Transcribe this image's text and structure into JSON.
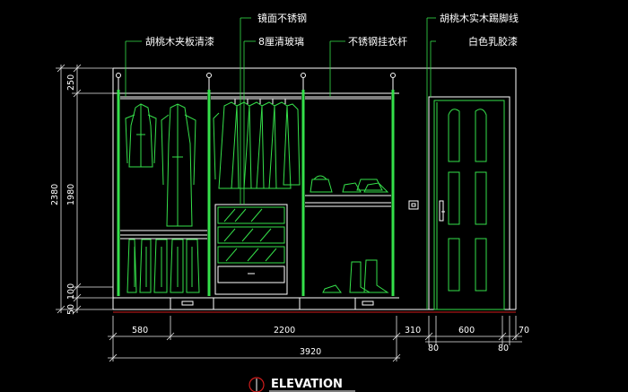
{
  "colors": {
    "background": "#000000",
    "line": "#ffffff",
    "accent": "#35e04a",
    "floor": "#d21c1c"
  },
  "annotations": {
    "mirror_steel": "镜面不锈钢",
    "walnut_veneer": "胡桃木夹板清漆",
    "clear_glass": "8厘清玻璃",
    "steel_rail": "不锈钢挂衣杆",
    "walnut_skirting": "胡桃木实木踢脚线",
    "white_latex": "白色乳胶漆"
  },
  "dimensions": {
    "vertical": {
      "total": "2380",
      "top": "250",
      "middle": "1980",
      "base_100": "100",
      "base_50": "50"
    },
    "horizontal": {
      "seg_580": "580",
      "seg_2200": "2200",
      "seg_310": "310",
      "seg_600": "600",
      "seg_70": "70",
      "seg_80_left": "80",
      "seg_80_right": "80",
      "total": "3920"
    }
  },
  "title": "ELEVATION"
}
